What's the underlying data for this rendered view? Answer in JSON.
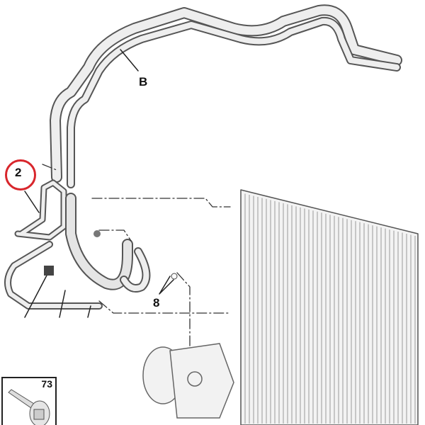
{
  "diagram": {
    "labels": {
      "hose_b": "B",
      "part_2": "2",
      "part_8": "8",
      "part_73": "73"
    },
    "colors": {
      "highlight": "#d8262c",
      "line": "#555555",
      "pipe_fill": "#e8e8e8"
    }
  }
}
